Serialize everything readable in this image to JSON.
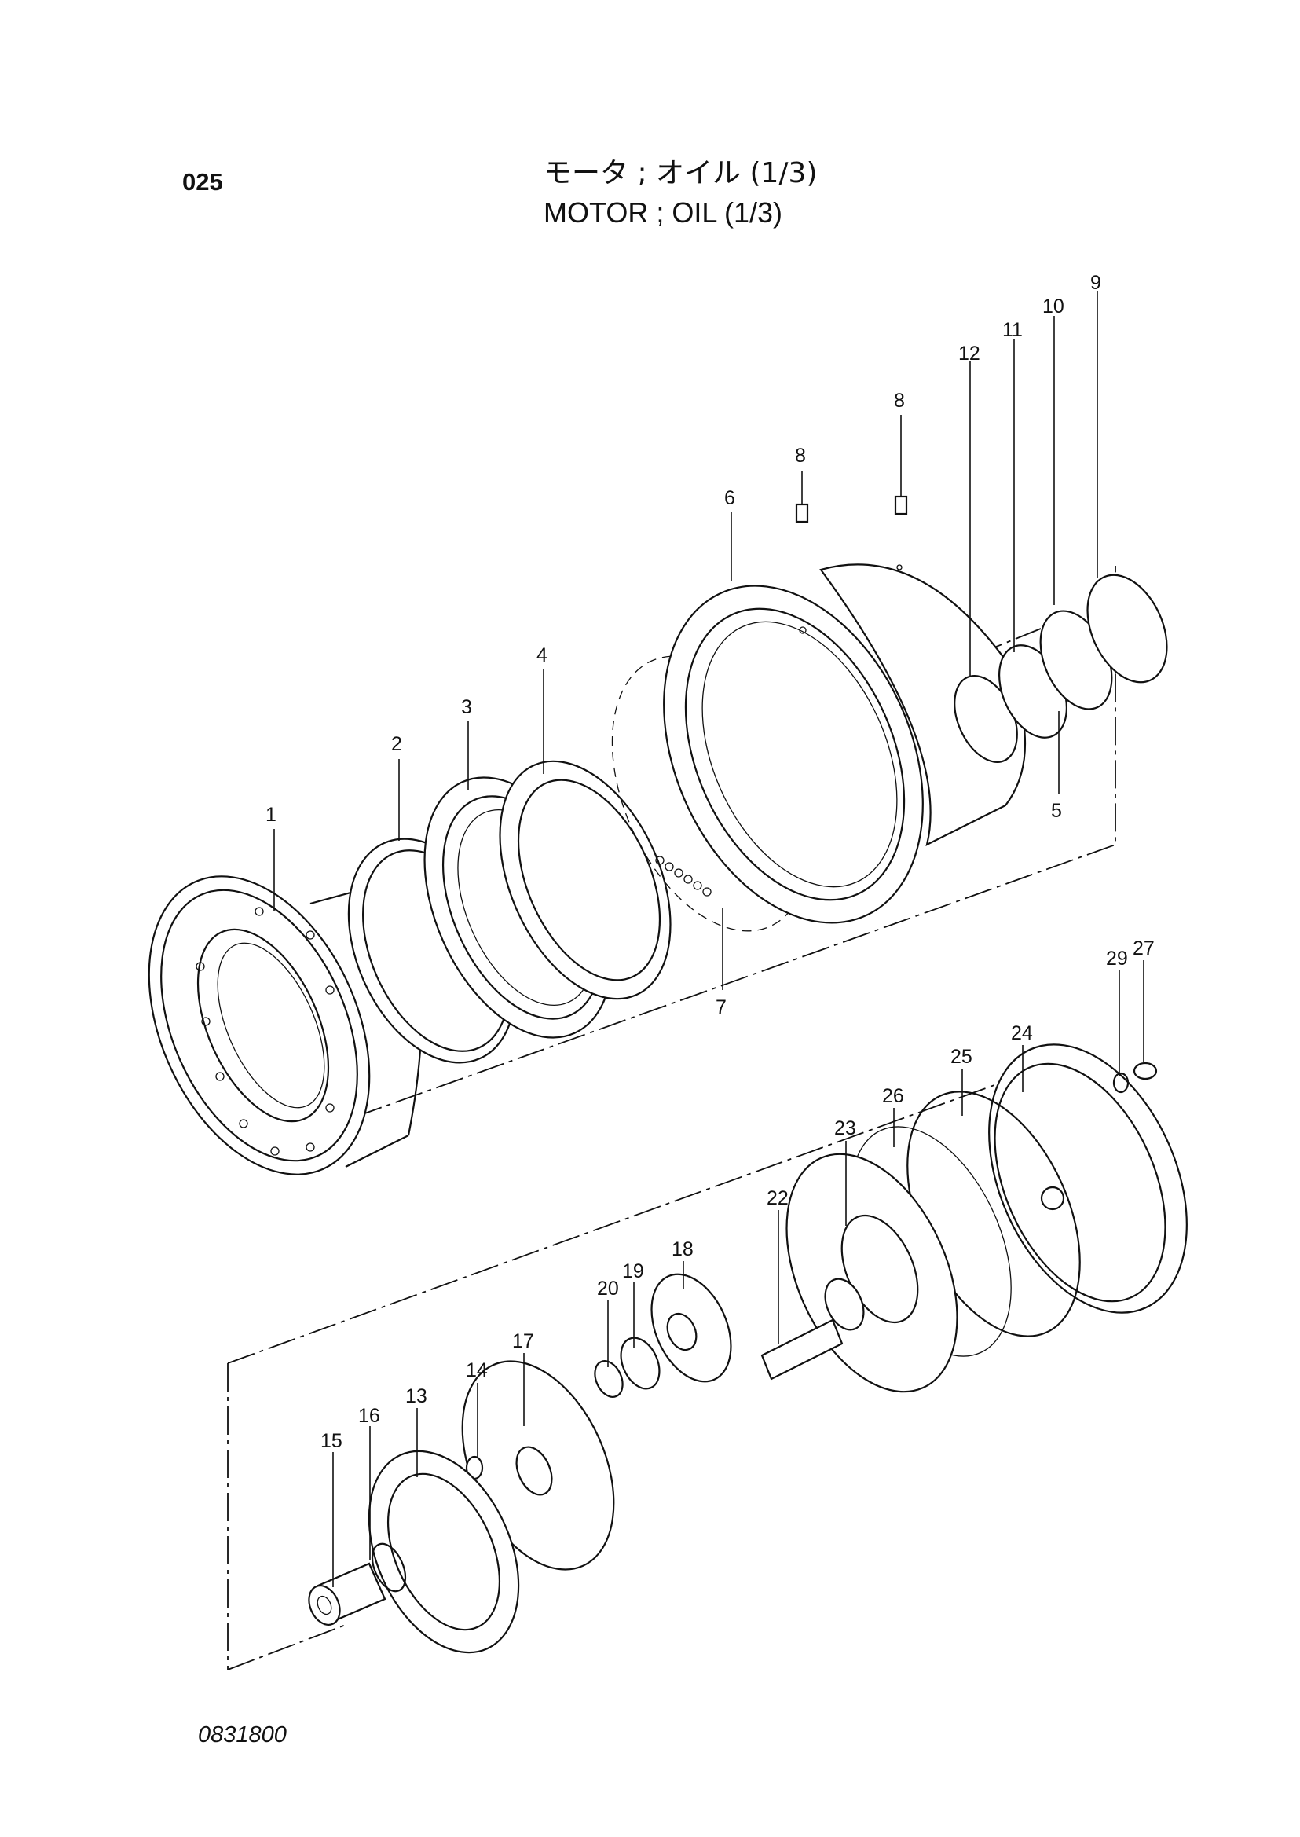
{
  "page_number": "025",
  "title": {
    "japanese": "モータ ; オイル (1/3)",
    "english": "MOTOR ; OIL (1/3)"
  },
  "footer_code": "0831800",
  "callouts": {
    "c1": "1",
    "c2": "2",
    "c3": "3",
    "c4": "4",
    "c5": "5",
    "c6": "6",
    "c7": "7",
    "c8a": "8",
    "c8b": "8",
    "c9": "9",
    "c10": "10",
    "c11": "11",
    "c12": "12",
    "c13": "13",
    "c14": "14",
    "c15": "15",
    "c16": "16",
    "c17": "17",
    "c18": "18",
    "c19": "19",
    "c20": "20",
    "c22": "22",
    "c23": "23",
    "c24": "24",
    "c25": "25",
    "c26": "26",
    "c27": "27",
    "c29": "29"
  }
}
